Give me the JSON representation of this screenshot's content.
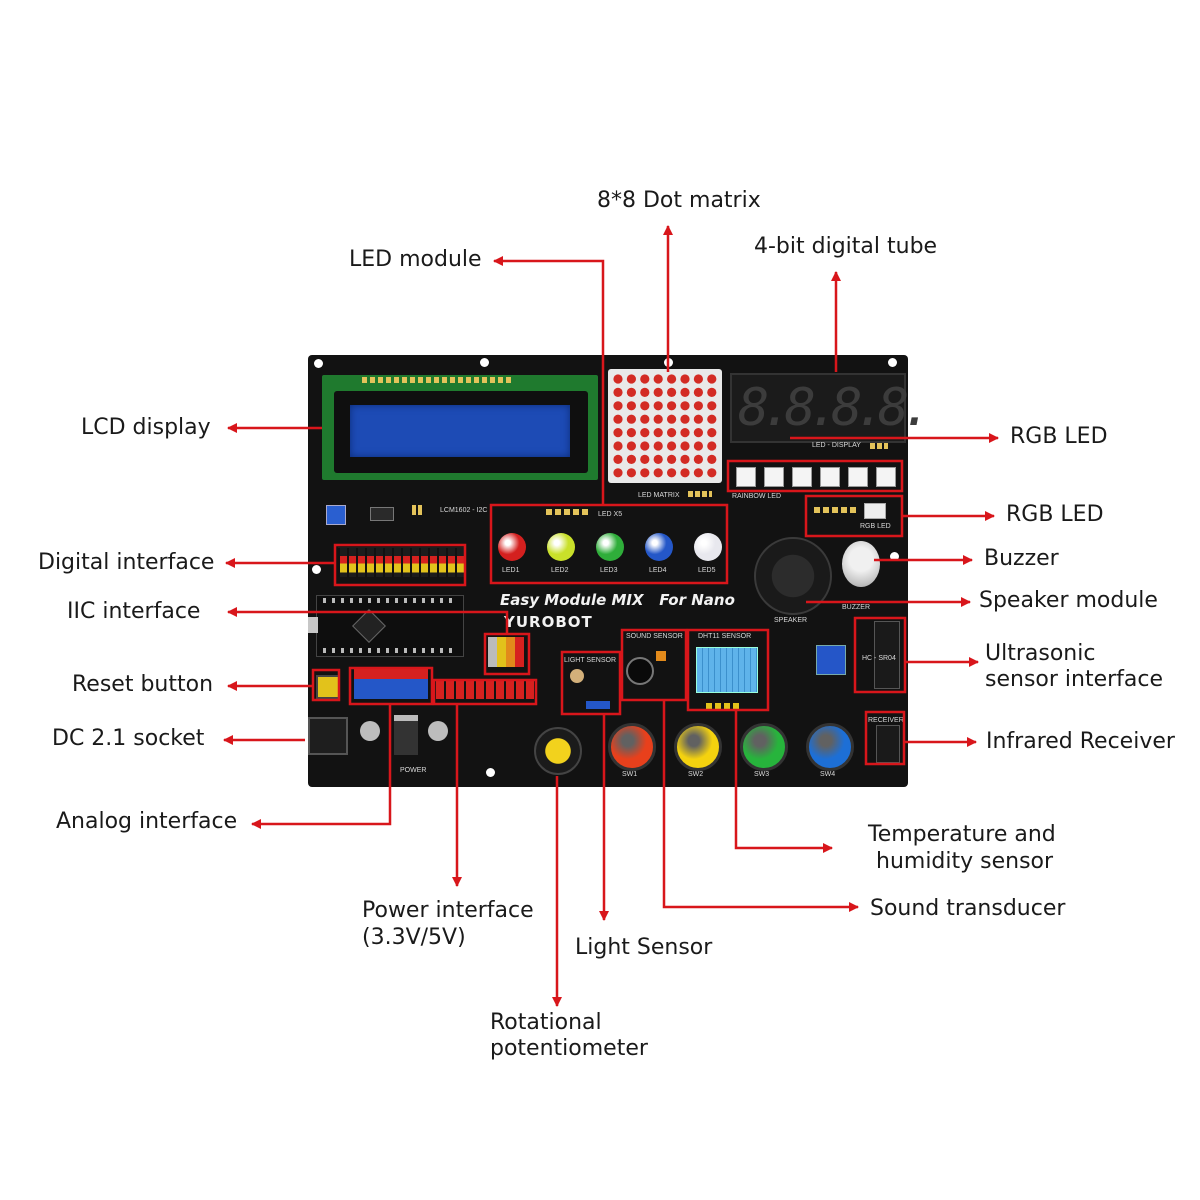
{
  "labels": {
    "dot_matrix": "8*8 Dot matrix",
    "led_module": "LED module",
    "digital_tube": "4-bit digital tube",
    "lcd_display": "LCD display",
    "rgb_led_top": "RGB LED",
    "rgb_led_second": "RGB LED",
    "digital_interface": "Digital interface",
    "buzzer": "Buzzer",
    "iic_interface": "IIC interface",
    "speaker_module": "Speaker module",
    "ultrasonic_1": "Ultrasonic",
    "ultrasonic_2": "sensor interface",
    "reset_button": "Reset button",
    "dc_socket": "DC 2.1 socket",
    "infrared_receiver": "Infrared Receiver",
    "analog_interface": "Analog interface",
    "temp_humidity_1": "Temperature and",
    "temp_humidity_2": "humidity sensor",
    "sound_transducer": "Sound transducer",
    "power_interface_1": "Power interface",
    "power_interface_2": "(3.3V/5V)",
    "light_sensor": "Light Sensor",
    "rot_pot_1": "Rotational",
    "rot_pot_2": "potentiometer"
  },
  "board": {
    "title": "Easy Module MIX   For Nano",
    "brand": "YUROBOT",
    "digits": "8.8.8.8.",
    "silk": {
      "lcd": "LCM1602 - I2C",
      "leds": "LED X5",
      "led_names": [
        "LED1",
        "LED2",
        "LED3",
        "LED4",
        "LED5"
      ],
      "matrix": "LED MATRIX",
      "led_display": "LED - DISPLAY",
      "rainbow": "RAINBOW LED",
      "rgb": "RGB LED",
      "speaker": "SPEAKER",
      "buzzer": "BUZZER",
      "sound": "SOUND SENSOR",
      "dht": "DHT11 SENSOR",
      "light": "LIGHT SENSOR",
      "hcsr04": "HC - SR04",
      "receiver": "RECEIVER",
      "power": "POWER",
      "switches": [
        "SW1",
        "SW2",
        "SW3",
        "SW4"
      ]
    }
  },
  "colors": {
    "annotation": "#d8161b",
    "board": "#121212",
    "lcd_screen": "#1d4bb5",
    "led_colors": [
      "#d4201f",
      "#c9e02a",
      "#2fae3a",
      "#2457c8",
      "#e8e8ee"
    ],
    "button_colors": [
      "#e8401c",
      "#f4d20f",
      "#27b43c",
      "#1d6fd6"
    ]
  }
}
